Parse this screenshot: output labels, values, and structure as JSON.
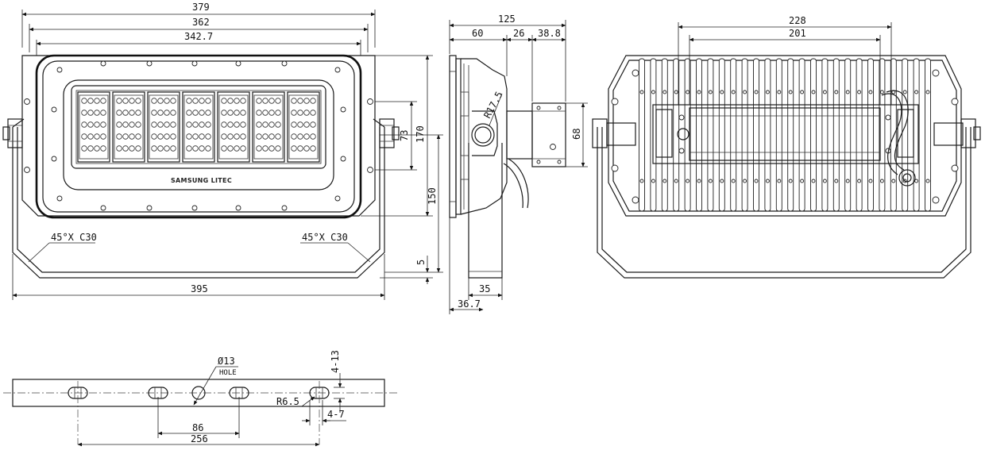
{
  "front_view": {
    "dims": {
      "overall_top": "379",
      "housing": "362",
      "panel": "342.7",
      "bracket_span": "395",
      "height_170": "170",
      "height_150": "150",
      "slot_73": "73",
      "offset_5": "5"
    },
    "chamfer_left": "45°X C30",
    "chamfer_right": "45°X C30",
    "brand": "SAMSUNG LITEC",
    "led_modules": 7
  },
  "side_view": {
    "dims": {
      "depth_total": "125",
      "depth_60": "60",
      "depth_26": "26",
      "depth_38_8": "38.8",
      "radius": "R17.5",
      "box_height": "68",
      "bracket_35": "35",
      "bracket_36_7": "36.7"
    }
  },
  "rear_view": {
    "dims": {
      "span_228": "228",
      "span_201": "201"
    },
    "fin_count": 26
  },
  "bracket_view": {
    "dims": {
      "hole_dia": "Ø13",
      "hole_label": "HOLE",
      "holes_4_13": "4-13",
      "radius": "R6.5",
      "slots_4_7": "4-7",
      "pitch_86": "86",
      "span_256": "256"
    }
  }
}
